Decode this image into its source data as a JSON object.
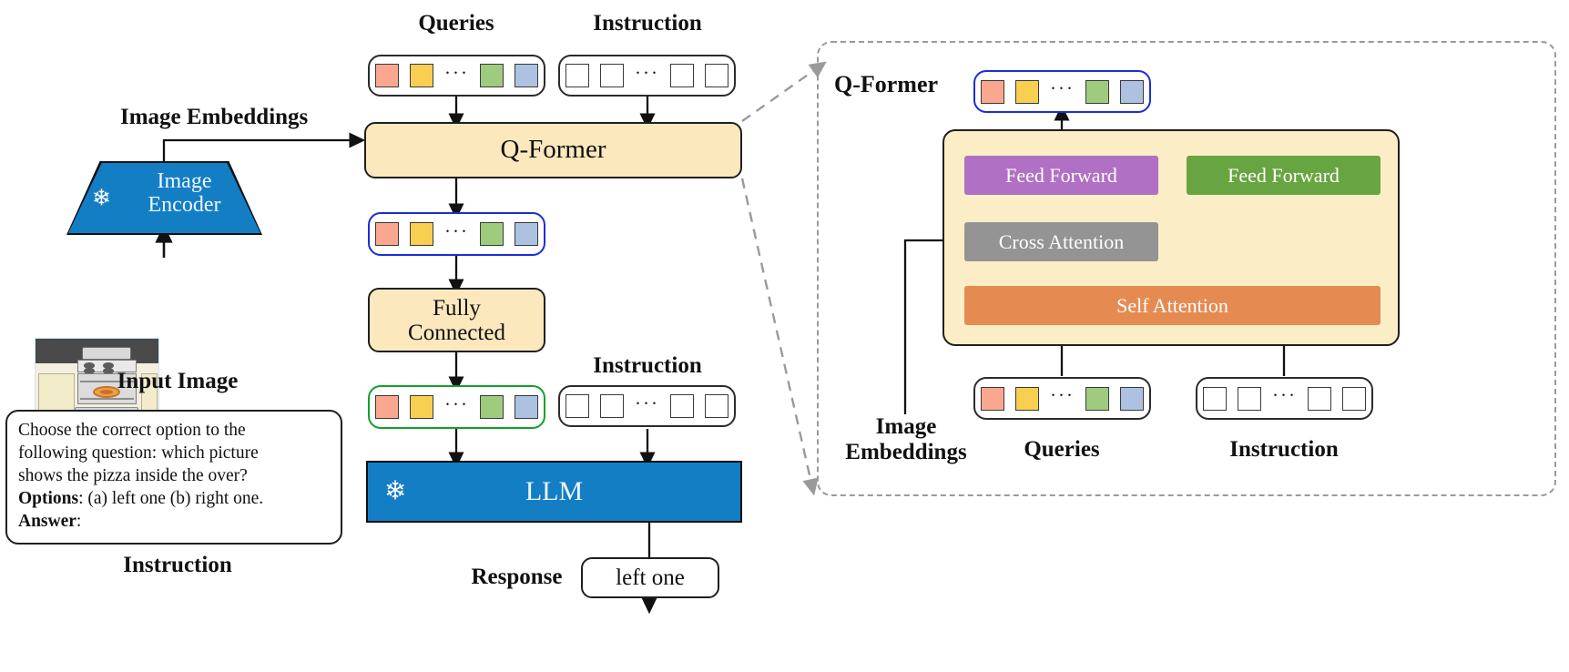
{
  "diagram": {
    "title": "InstructBLIP-style vision-language model architecture",
    "left_pipeline": {
      "image_embeddings_label": "Image Embeddings",
      "image_encoder_label_line1": "Image",
      "image_encoder_label_line2": "Encoder",
      "image_encoder_frozen": true,
      "input_image_label": "Input Image",
      "instruction_label": "Instruction",
      "prompt": {
        "line1": "Choose the correct option to the",
        "line2": "following question: which picture",
        "line3": "shows the pizza inside the over?",
        "options_label": "Options",
        "options_text": ": (a) left one (b) right one.",
        "answer_label": "Answer",
        "answer_text": ":"
      }
    },
    "center_pipeline": {
      "queries_label": "Queries",
      "instruction_label_top": "Instruction",
      "qformer_label": "Q-Former",
      "fully_connected_label_line1": "Fully",
      "fully_connected_label_line2": "Connected",
      "instruction_label_mid": "Instruction",
      "llm_label": "LLM",
      "llm_frozen": true,
      "response_label": "Response",
      "response_value": "left one"
    },
    "right_panel": {
      "panel_title": "Q-Former",
      "feed_forward_left": "Feed Forward",
      "feed_forward_right": "Feed Forward",
      "cross_attention": "Cross Attention",
      "self_attention": "Self Attention",
      "image_embeddings_label_line1": "Image",
      "image_embeddings_label_line2": "Embeddings",
      "queries_label": "Queries",
      "instruction_label": "Instruction"
    },
    "tokens": {
      "query_colors": [
        "#f9a88f",
        "#f9cf52",
        "#9fcb7e",
        "#adc2e0"
      ],
      "query_count_visible": 4,
      "ellipsis": "···",
      "instruction_token_count_visible": 4,
      "instruction_token_color": "#ffffff"
    },
    "colors": {
      "cream": "#fbe8bd",
      "cream_panel": "#fbeec6",
      "blue": "#147ec4",
      "purple": "#b070c4",
      "gray": "#949494",
      "orange": "#e58b52",
      "green": "#68a542",
      "border_blue": "#1a2ed6",
      "border_green": "#12a02c",
      "dashed_gray": "#9a9a9a",
      "outline": "#1f1f1f"
    },
    "icons": {
      "snowflake": "❄"
    }
  }
}
